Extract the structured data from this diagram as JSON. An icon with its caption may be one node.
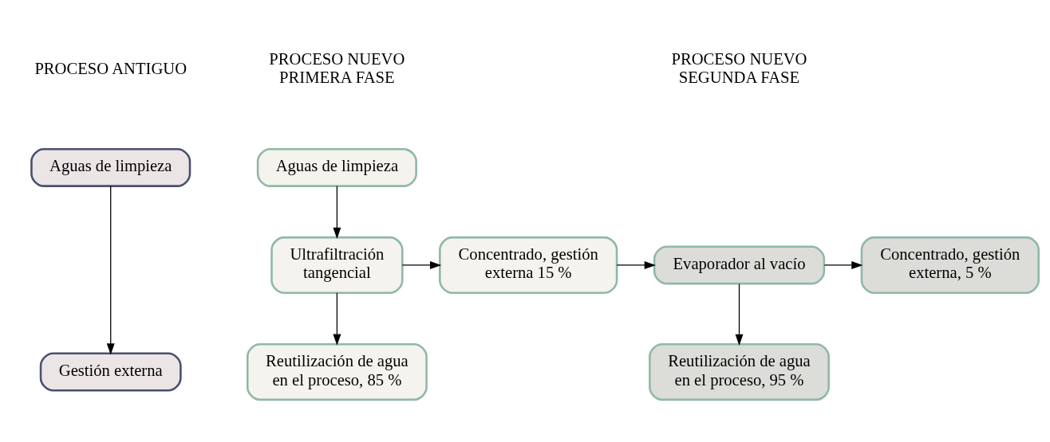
{
  "diagram": {
    "nodes": [
      {
        "text": [
          "Aguas de limpieza"
        ]
      },
      {
        "text": [
          "Gestión externa"
        ]
      },
      {
        "text": [
          "Aguas de limpieza"
        ]
      },
      {
        "text": [
          "Ultrafiltración tangencial"
        ]
      },
      {
        "text": [
          "Concentrado, gestión externa 15 %"
        ]
      },
      {
        "text": [
          "Reutilización de agua en el proceso, 85 %"
        ]
      },
      {
        "text": [
          "Evaporador al vacío"
        ]
      },
      {
        "text": [
          "Concentrado, gestión externa, 5 %"
        ]
      },
      {
        "text": [
          "Reutilización de agua en el proceso, 95 %"
        ]
      }
    ],
    "edges": [
      {
        "from": 0,
        "to": 1,
        "arrow": "to"
      },
      {
        "from": 2,
        "to": 3,
        "arrow": "to"
      },
      {
        "from": 3,
        "to": 4,
        "arrow": "to"
      },
      {
        "from": 3,
        "to": 5,
        "arrow": "to"
      },
      {
        "from": 4,
        "to": 6,
        "arrow": "to"
      },
      {
        "from": 6,
        "to": 7,
        "arrow": "to"
      },
      {
        "from": 6,
        "to": 8,
        "arrow": "to"
      }
    ],
    "labels": [
      "PROCESO ANTIGUO",
      "PROCESO NUEVO PRIMERA FASE",
      "PROCESO NUEVO SEGUNDA FASE"
    ]
  }
}
